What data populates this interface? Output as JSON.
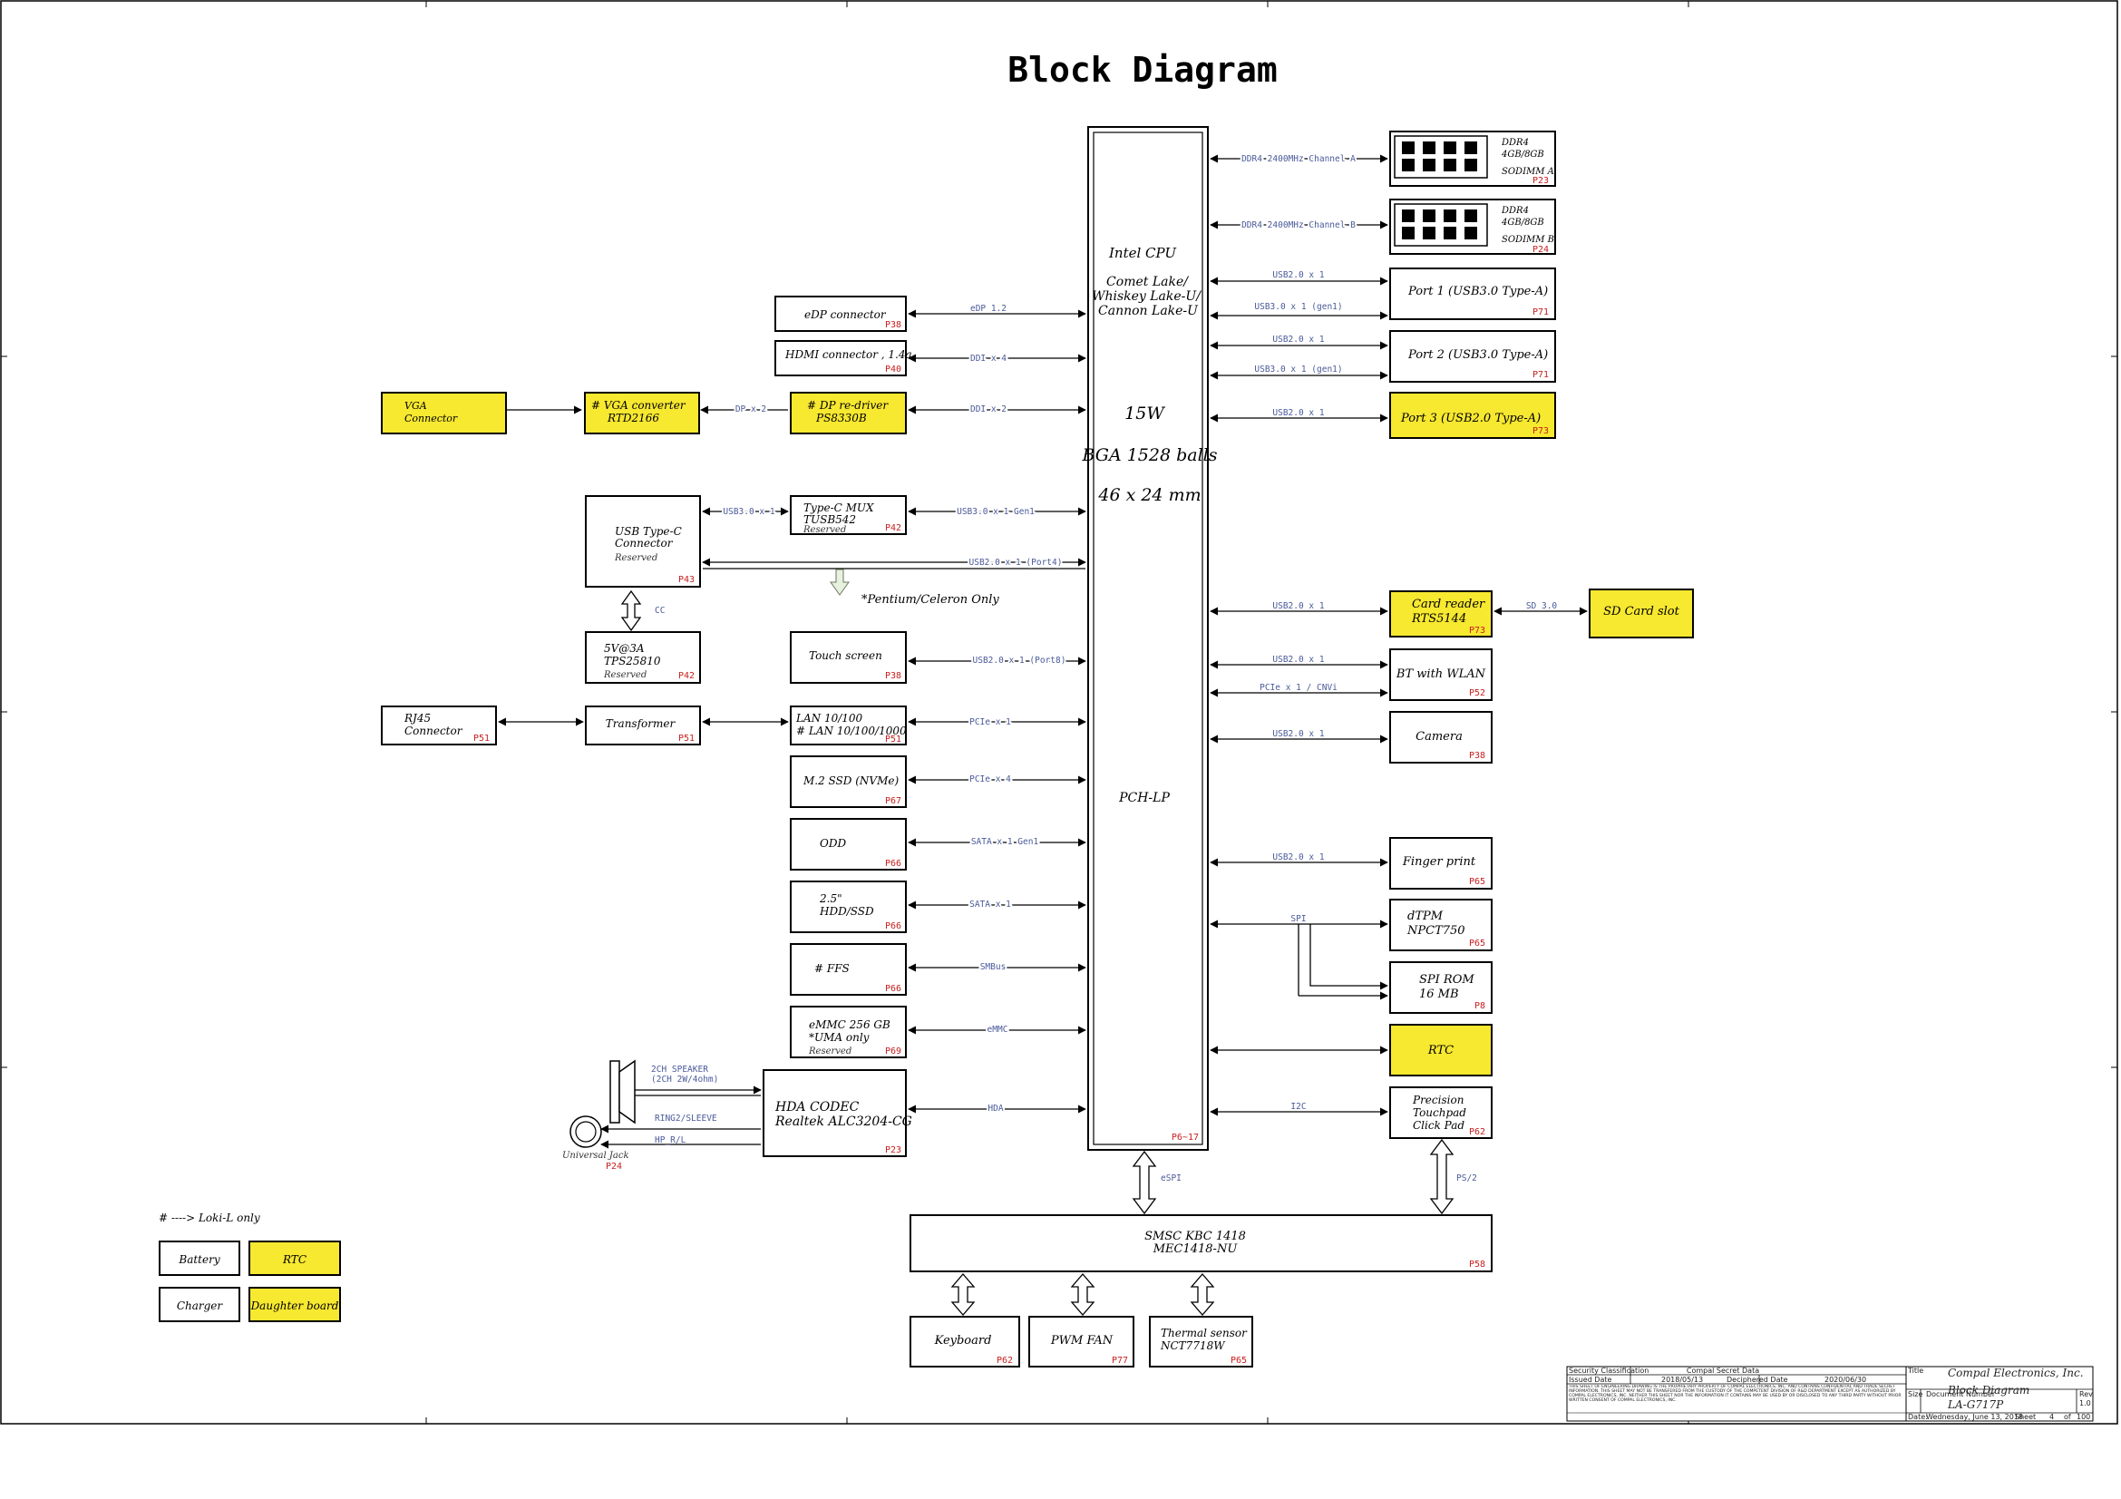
{
  "title": "Block Diagram",
  "cpu": {
    "name": "Intel CPU",
    "families": [
      "Comet Lake/",
      "Whiskey Lake-U/",
      "Cannon Lake-U"
    ],
    "tdp": "15W",
    "package": "BGA 1528 balls",
    "size": "46 x 24 mm",
    "pch": "PCH-LP",
    "page": "P6~17"
  },
  "memory": [
    {
      "bus": "DDR4 2400MHz Channel A",
      "l1": "DDR4",
      "l2": "4GB/8GB",
      "l3": "SODIMM A",
      "page": "P23"
    },
    {
      "bus": "DDR4 2400MHz Channel B",
      "l1": "DDR4",
      "l2": "4GB/8GB",
      "l3": "SODIMM B",
      "page": "P24"
    }
  ],
  "right_ports": [
    {
      "label": "Port 1 (USB3.0 Type-A)",
      "page": "P71",
      "bus1": "USB2.0 x 1",
      "bus2": "USB3.0 x 1 (gen1)"
    },
    {
      "label": "Port 2 (USB3.0 Type-A)",
      "page": "P71",
      "bus1": "USB2.0 x 1",
      "bus2": "USB3.0 x 1 (gen1)"
    },
    {
      "label": "Port 3 (USB2.0 Type-A)",
      "page": "P73",
      "bus1": "USB2.0 x 1"
    }
  ],
  "right_devices": {
    "card_reader": {
      "l1": "Card reader",
      "l2": "RTS5144",
      "page": "P73",
      "bus": "USB2.0 x 1",
      "sd_bus": "SD 3.0",
      "sd_slot": "SD Card slot"
    },
    "bt_wlan": {
      "label": "BT with WLAN",
      "page": "P52",
      "bus1": "USB2.0 x 1",
      "bus2": "PCIe x 1 / CNVi"
    },
    "camera": {
      "label": "Camera",
      "page": "P38",
      "bus": "USB2.0 x 1"
    },
    "finger": {
      "label": "Finger print",
      "page": "P65",
      "bus": "USB2.0 x 1"
    },
    "spi_bus": "SPI",
    "dtpm": {
      "l1": "dTPM",
      "l2": "NPCT750",
      "page": "P65"
    },
    "spirom": {
      "l1": "SPI ROM",
      "l2": "16 MB",
      "page": "P8"
    },
    "rtc": {
      "label": "RTC"
    },
    "touchpad": {
      "l1": "Precision",
      "l2": "Touchpad",
      "l3": "Click Pad",
      "page": "P62",
      "bus": "I2C"
    }
  },
  "left_devices": {
    "edp": {
      "label": "eDP connector",
      "page": "P38",
      "bus": "eDP 1.2"
    },
    "hdmi": {
      "label": "HDMI connector , 1.4a",
      "page": "P40",
      "bus": "DDI x 4"
    },
    "vga": {
      "l1": "VGA",
      "l2": "Connector"
    },
    "vga_conv": {
      "l1": "# VGA converter",
      "l2": "RTD2166"
    },
    "vga_bus": "DP x 2",
    "dp_redriver": {
      "l1": "# DP re-driver",
      "l2": "PS8330B",
      "bus": "DDI x 2"
    },
    "usbc": {
      "l1": "USB Type-C",
      "l2": "Connector",
      "l3": "Reserved",
      "page": "P43",
      "bus_mux": "USB3.0 x 1",
      "bus_cpu": "USB2.0 x 1 (Port4)",
      "cc": "CC"
    },
    "typec_mux": {
      "l1": "Type-C MUX",
      "l2": "TUSB542",
      "l3": "Reserved",
      "page": "P42",
      "bus": "USB3.0 x 1 Gen1"
    },
    "pentium_note": "*Pentium/Celeron Only",
    "pd": {
      "l1": "5V@3A",
      "l2": "TPS25810",
      "l3": "Reserved",
      "page": "P42"
    },
    "touch": {
      "label": "Touch screen",
      "page": "P38",
      "bus": "USB2.0 x 1 (Port8)"
    },
    "rj45": {
      "l1": "RJ45",
      "l2": "Connector",
      "page": "P51"
    },
    "transformer": {
      "label": "Transformer",
      "page": "P51"
    },
    "lan": {
      "l1": "LAN 10/100",
      "l2": "# LAN 10/100/1000",
      "page": "P51",
      "bus": "PCIe x 1"
    },
    "ssd": {
      "label": "M.2 SSD (NVMe)",
      "page": "P67",
      "bus": "PCIe x 4"
    },
    "odd": {
      "label": "ODD",
      "page": "P66",
      "bus": "SATA x 1 Gen1"
    },
    "hdd": {
      "l1": "2.5\"",
      "l2": "HDD/SSD",
      "page": "P66",
      "bus": "SATA x 1"
    },
    "ffs": {
      "label": "# FFS",
      "page": "P66",
      "bus": "SMBus"
    },
    "emmc": {
      "l1": "eMMC 256 GB",
      "l2": "*UMA only",
      "l3": "Reserved",
      "page": "P69",
      "bus": "eMMC"
    },
    "codec": {
      "l1": "HDA CODEC",
      "l2": "Realtek ALC3204-CG",
      "page": "P23",
      "bus": "HDA"
    },
    "speaker": {
      "l1": "2CH SPEAKER",
      "l2": "(2CH 2W/4ohm)"
    },
    "jack_sig1": "RING2/SLEEVE",
    "jack_sig2": "HP_R/L",
    "jack": {
      "label": "Universal Jack",
      "page": "P24"
    }
  },
  "ec": {
    "l1": "SMSC KBC 1418",
    "l2": "MEC1418-NU",
    "page": "P58",
    "espi": "eSPI",
    "ps2": "PS/2",
    "keyboard": {
      "label": "Keyboard",
      "page": "P62"
    },
    "fan": {
      "label": "PWM FAN",
      "page": "P77"
    },
    "thermal": {
      "l1": "Thermal sensor",
      "l2": "NCT7718W",
      "page": "P65"
    }
  },
  "legend": {
    "note": "# ----> Loki-L only",
    "battery": "Battery",
    "rtc": "RTC",
    "charger": "Charger",
    "daughter": "Daughter board"
  },
  "title_block": {
    "security": "Security Classification",
    "secret": "Compal Secret Data",
    "issued_label": "Issued Date",
    "issued": "2018/05/13",
    "deciphered_label": "Deciphered Date",
    "deciphered": "2020/06/30",
    "company": "Compal Electronics, Inc.",
    "doc_title": "Block Diagram",
    "model": "LA-G717P",
    "title_label": "Title",
    "size_label": "Size",
    "docnum_label": "Document Number",
    "rev_label": "Rev",
    "rev": "1.0",
    "date_label": "Date:",
    "date": "Wednesday, June 13, 2018",
    "sheet_label": "Sheet",
    "sheet": "4",
    "of_label": "of",
    "sheets": "100",
    "disclaimer": "THIS SHEET OF ENGINEERING DRAWING IS THE PROPRIETARY PROPERTY OF COMPAL ELECTRONICS, INC. AND CONTAINS CONFIDENTIAL AND TRADE SECRET INFORMATION. THIS SHEET MAY NOT BE TRANSFERED FROM THE CUSTODY OF THE COMPETENT DIVISION OF R&D DEPARTMENT EXCEPT AS AUTHORIZED BY COMPAL ELECTRONICS, INC. NEITHER THIS SHEET NOR THE INFORMATION IT CONTAINS MAY BE USED BY OR DISCLOSED TO ANY THIRD PARTY WITHOUT PRIOR WRITTEN CONSENT OF COMPAL ELECTRONICS, INC."
  }
}
